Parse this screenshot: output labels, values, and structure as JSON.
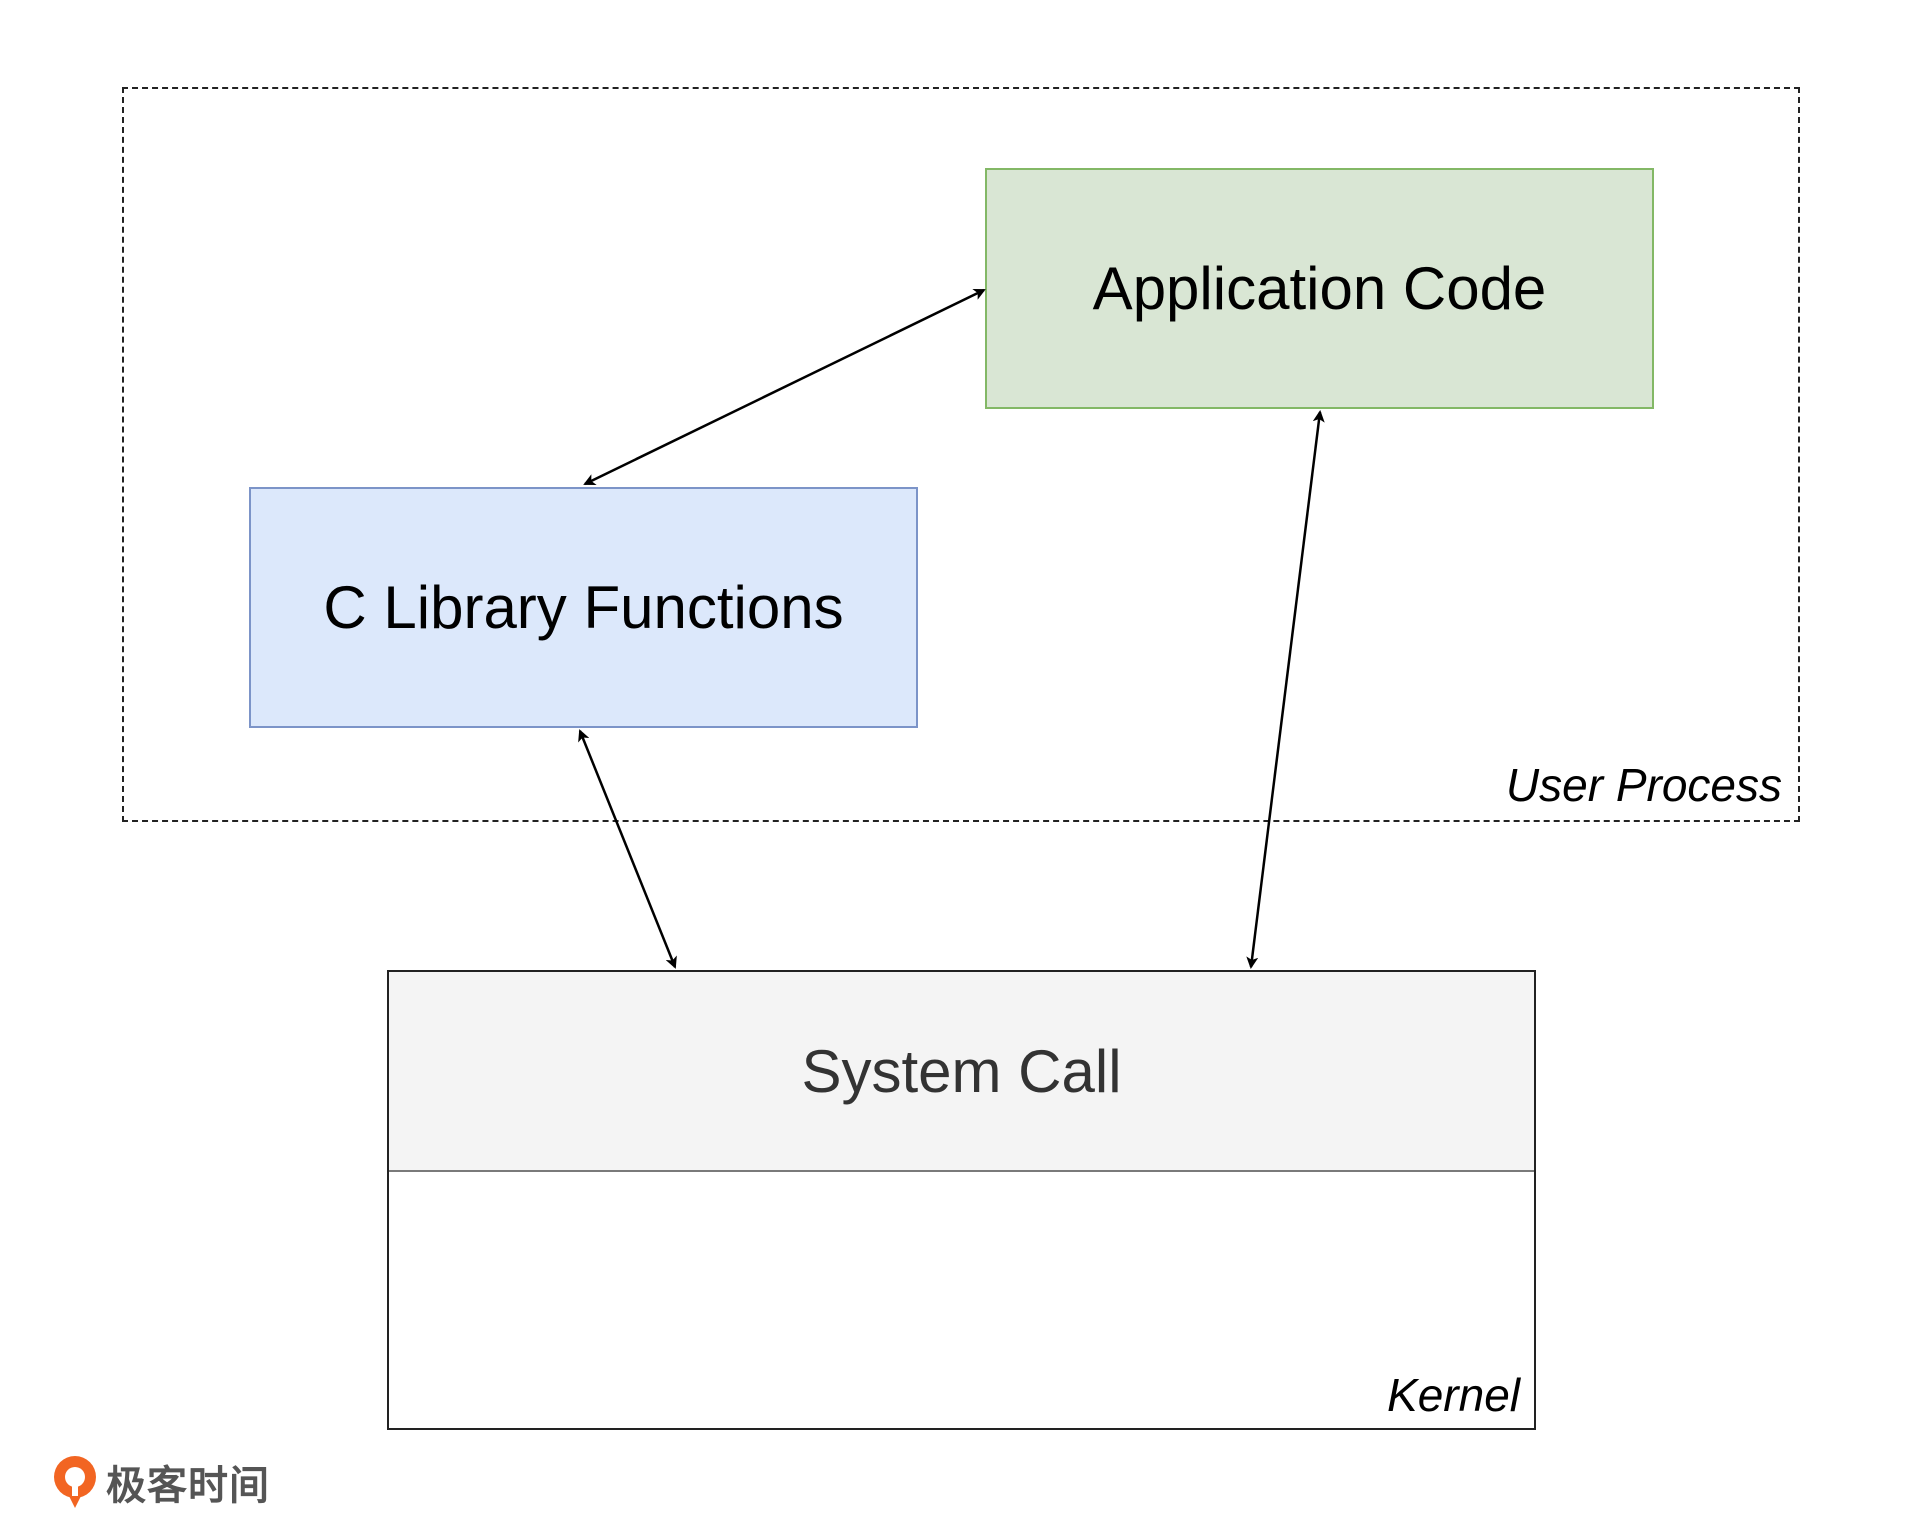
{
  "diagram": {
    "user_process_label": "User Process",
    "application_code": "Application Code",
    "c_library_functions": "C Library Functions",
    "system_call": "System Call",
    "kernel_label": "Kernel"
  },
  "brand": {
    "name": "极客时间",
    "logo_icon": "geektime-logo-icon",
    "logo_color": "#f26522"
  },
  "colors": {
    "application_fill": "#d9e6d4",
    "application_border": "#83b866",
    "library_fill": "#dce8fb",
    "library_border": "#7c94c8",
    "syscall_fill": "#f4f4f4"
  }
}
